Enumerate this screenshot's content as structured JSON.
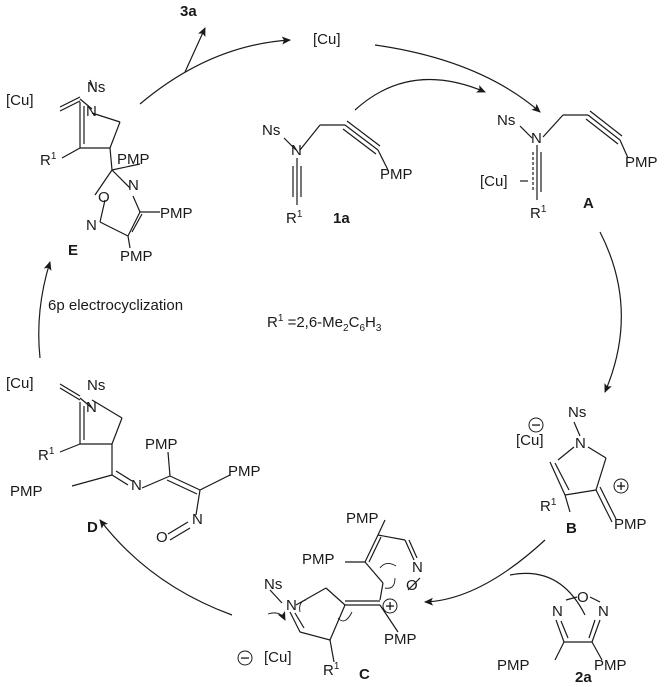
{
  "labels": {
    "product": "3a",
    "catalyst": "[Cu]",
    "cyclization": "6p  electrocyclization",
    "r1_definition_prefix": "R",
    "r1_definition_sup": "1",
    "r1_definition_value": " =2,6-Me",
    "r1_sub2": "2",
    "r1_c6": "C",
    "r1_sub6": "6",
    "r1_h": "H",
    "r1_sub3": "3"
  },
  "compounds": {
    "substrate": {
      "id": "1a",
      "ns": "Ns",
      "n": "N",
      "pmp": "PMP",
      "r": "R",
      "r_sup": "1"
    },
    "A": {
      "id": "A",
      "ns": "Ns",
      "n": "N",
      "pmp": "PMP",
      "cu": "[Cu]",
      "r": "R",
      "r_sup": "1"
    },
    "B": {
      "id": "B",
      "ns": "Ns",
      "n": "N",
      "pmp": "PMP",
      "cu": "[Cu]",
      "r": "R",
      "r_sup": "1",
      "minus": "−",
      "plus": "+"
    },
    "C": {
      "id": "C",
      "ns": "Ns",
      "n": "N",
      "pmp1": "PMP",
      "pmp2": "PMP",
      "pmp3": "PMP",
      "cu": "[Cu]",
      "r": "R",
      "r_sup": "1",
      "o": "O",
      "n2": "N",
      "minus": "−",
      "plus": "+"
    },
    "D": {
      "id": "D",
      "ns": "Ns",
      "n": "N",
      "pmp1": "PMP",
      "pmp2": "PMP",
      "pmp3": "PMP",
      "cu": "[Cu]",
      "r": "R",
      "r_sup": "1",
      "o": "O",
      "n2": "N",
      "n3": "N"
    },
    "E": {
      "id": "E",
      "ns": "Ns",
      "n": "N",
      "pmp1": "PMP",
      "pmp2": "PMP",
      "pmp3": "PMP",
      "cu": "[Cu]",
      "r": "R",
      "r_sup": "1",
      "o": "O",
      "n2": "N",
      "n3": "N"
    },
    "reagent": {
      "id": "2a",
      "o": "O",
      "n1": "N",
      "n2": "N",
      "pmp1": "PMP",
      "pmp2": "PMP"
    }
  }
}
